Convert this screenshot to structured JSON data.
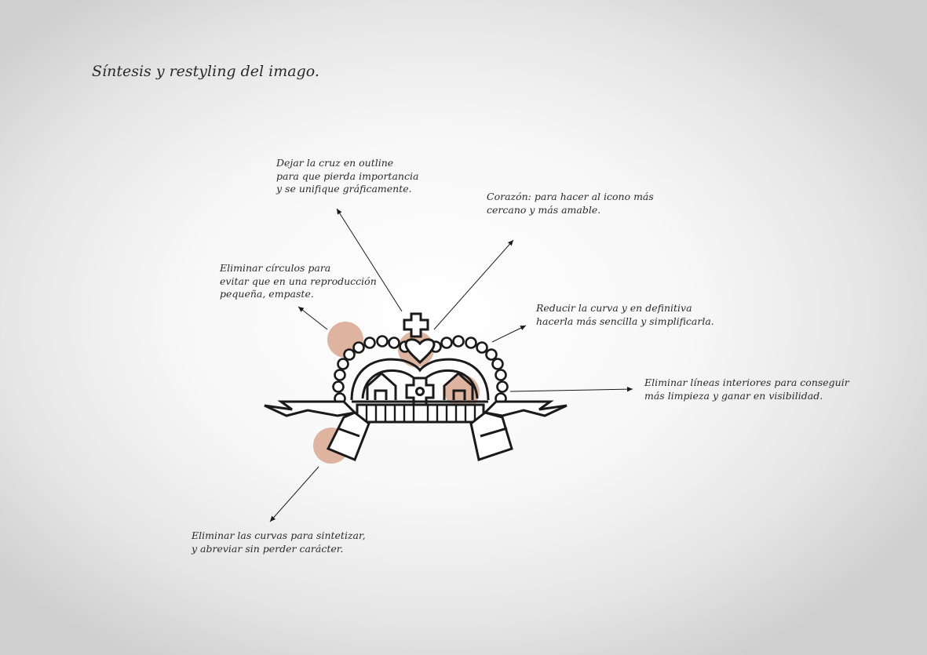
{
  "title": "Síntesis y restyling del imago.",
  "annotations": {
    "cross": [
      "Dejar la cruz en outline",
      "para que pierda importancia",
      "y se unifique gráficamente."
    ],
    "heart": [
      "Corazón: para hacer al icono más",
      "cercano y más amable."
    ],
    "circles": [
      "Eliminar círculos para",
      "evitar que en una reproducción",
      "pequeña, empaste."
    ],
    "curve": [
      "Reducir la curva y en definitiva",
      "hacerla más sencilla y simplificarla."
    ],
    "interior_lines": [
      "Eliminar líneas interiores para conseguir",
      "más limpieza y ganar en visibilidad."
    ],
    "curves_banner": [
      "Eliminar las curvas para sintetizar,",
      "y abreviar sin perder carácter."
    ]
  },
  "colors": {
    "highlight": "#d9a890",
    "ink": "#1a1a1a"
  }
}
